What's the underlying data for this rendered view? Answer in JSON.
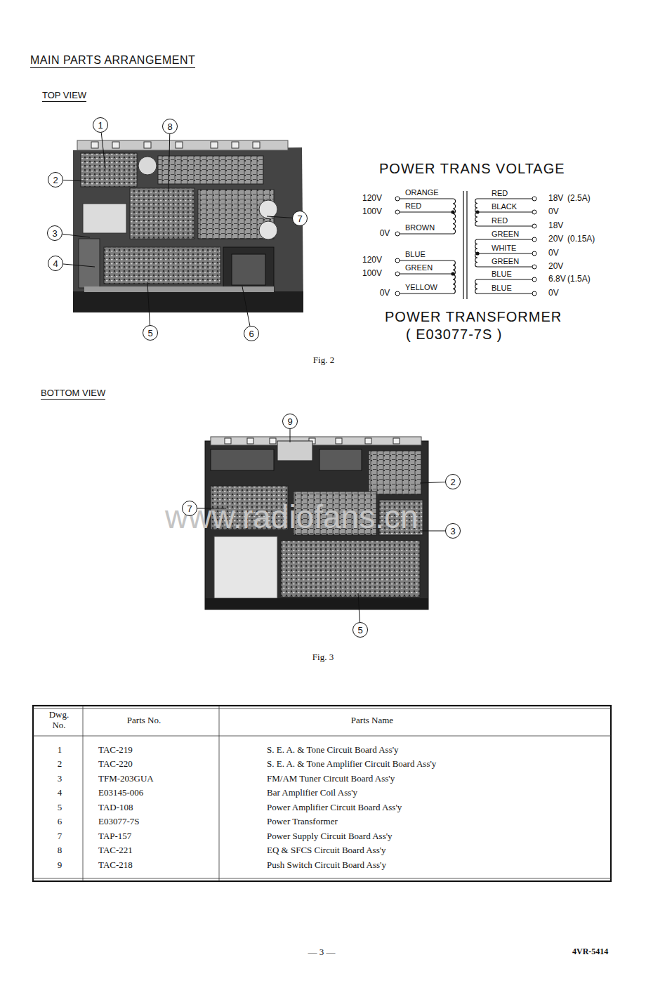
{
  "diagram": {
    "title": "MAIN PARTS ARRANGEMENT",
    "nodes": [
      {
        "text": [
          "1"
        ]
      },
      {
        "text": [
          "8"
        ]
      },
      {
        "text": [
          "2"
        ]
      },
      {
        "text": [
          "7"
        ]
      },
      {
        "text": [
          "3"
        ]
      },
      {
        "text": [
          "4"
        ]
      },
      {
        "text": [
          "5"
        ]
      },
      {
        "text": [
          "6"
        ]
      },
      {
        "text": [
          "9"
        ]
      },
      {
        "text": [
          "2"
        ]
      },
      {
        "text": [
          "7"
        ]
      },
      {
        "text": [
          "3"
        ]
      },
      {
        "text": [
          "5"
        ]
      }
    ],
    "labels": [
      "TOP VIEW",
      "POWER TRANS VOLTAGE",
      "120V",
      "ORANGE",
      "100V",
      "RED",
      "0V",
      "BROWN",
      "120V",
      "BLUE",
      "100V",
      "GREEN",
      "0V",
      "YELLOW",
      "RED",
      "18V",
      "(2.5A)",
      "BLACK",
      "0V",
      "RED",
      "18V",
      "GREEN",
      "20V",
      "(0.15A)",
      "WHITE",
      "0V",
      "GREEN",
      "20V",
      "BLUE",
      "6.8V",
      "(1.5A)",
      "BLUE",
      "0V",
      "POWER TRANSFORMER",
      "( E03077-7S )",
      "Fig. 2",
      "BOTTOM VIEW",
      "www.radiofans.cn",
      "Fig. 3",
      "Dwg. No.",
      "Parts No.",
      "Parts Name",
      "1",
      "TAC-219",
      "S. E. A. & Tone Circuit Board Ass'y",
      "2",
      "TAC-220",
      "S. E. A. & Tone Amplifier Circuit Board Ass'y",
      "3",
      "TFM-203GUA",
      "FM/AM Tuner Circuit Board Ass'y",
      "4",
      "E03145-006",
      "Bar Amplifier Coil Ass'y",
      "5",
      "TAD-108",
      "Power Amplifier Circuit Board Ass'y",
      "6",
      "E03077-7S",
      "Power Transformer",
      "7",
      "TAP-157",
      "Power Supply Circuit Board Ass'y",
      "8",
      "TAC-221",
      "EQ & SFCS Circuit Board Ass'y",
      "9",
      "TAC-218",
      "Push Switch Circuit Board Ass'y",
      "— 3 —",
      "4VR-5414"
    ]
  }
}
